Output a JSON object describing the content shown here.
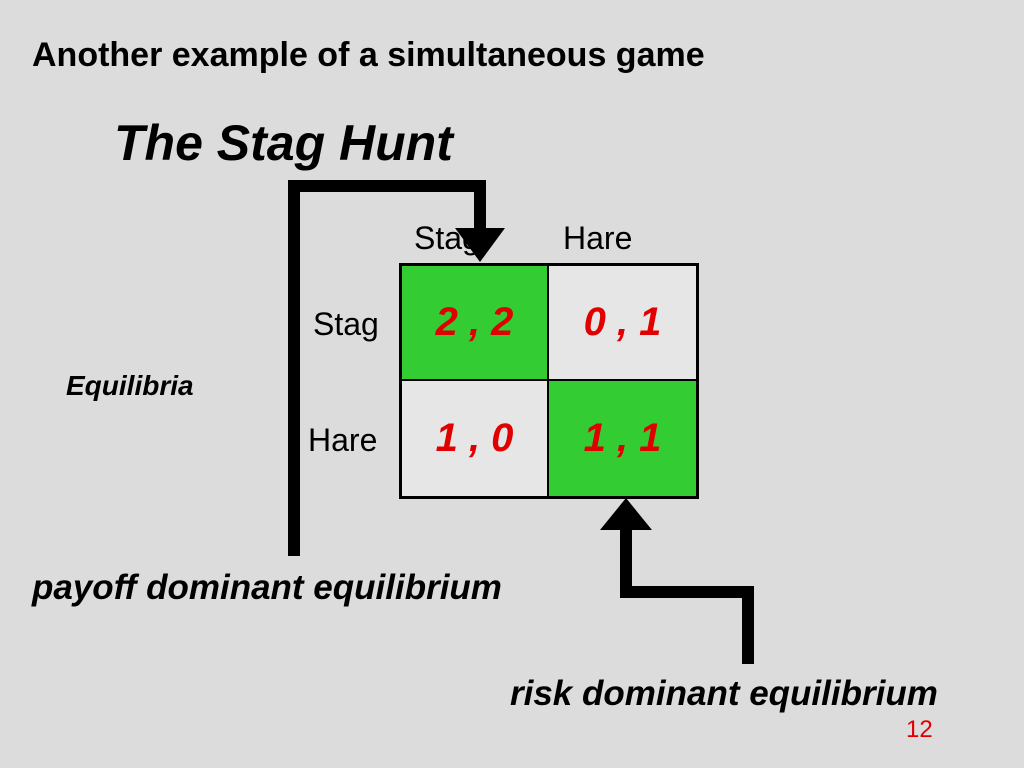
{
  "slide": {
    "heading": "Another example of a simultaneous game",
    "game_title": "The Stag Hunt",
    "page_number": "12"
  },
  "game": {
    "column_labels": [
      "Stag",
      "Hare"
    ],
    "row_labels": [
      "Stag",
      "Hare"
    ],
    "payoffs": [
      [
        "2 , 2",
        "0 , 1"
      ],
      [
        "1 , 0",
        "1 , 1"
      ]
    ],
    "equilibrium_cells": [
      [
        0,
        0
      ],
      [
        1,
        1
      ]
    ],
    "colors": {
      "equilibrium_fill": "#33cc33",
      "normal_fill": "#e6e6e6",
      "payoff_text": "#e00000"
    }
  },
  "annotations": {
    "equilibria": "Equilibria",
    "payoff_dominant": "payoff dominant equilibrium",
    "risk_dominant": "risk dominant equilibrium"
  }
}
